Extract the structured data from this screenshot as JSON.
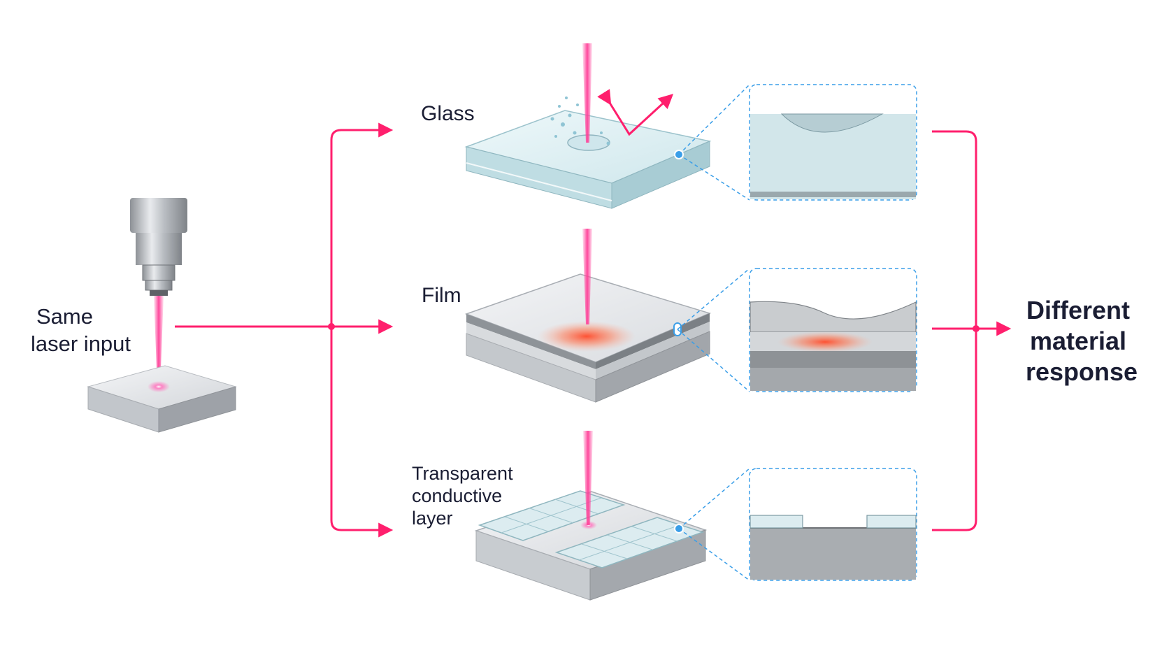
{
  "input": {
    "label_line1": "Same",
    "label_line2": "laser input"
  },
  "materials": [
    {
      "id": "glass",
      "label_lines": [
        "Glass"
      ]
    },
    {
      "id": "film",
      "label_lines": [
        "Film"
      ]
    },
    {
      "id": "tcl",
      "label_lines": [
        "Transparent",
        "conductive",
        "layer"
      ]
    }
  ],
  "output": {
    "label_lines": [
      "Different",
      "material",
      "response"
    ]
  },
  "colors": {
    "laser": "#ff4fa3",
    "connector": "#ff1f6d",
    "callout": "#3a9ee8",
    "heat": "#ff5a3a",
    "glass_top": "#e4f3f6",
    "metal": "#c9ccd0",
    "text": "#1a1d33"
  },
  "icons": [
    "laser-head-icon",
    "laser-beam-icon",
    "reflection-arrow-icon",
    "heat-spot-icon"
  ]
}
